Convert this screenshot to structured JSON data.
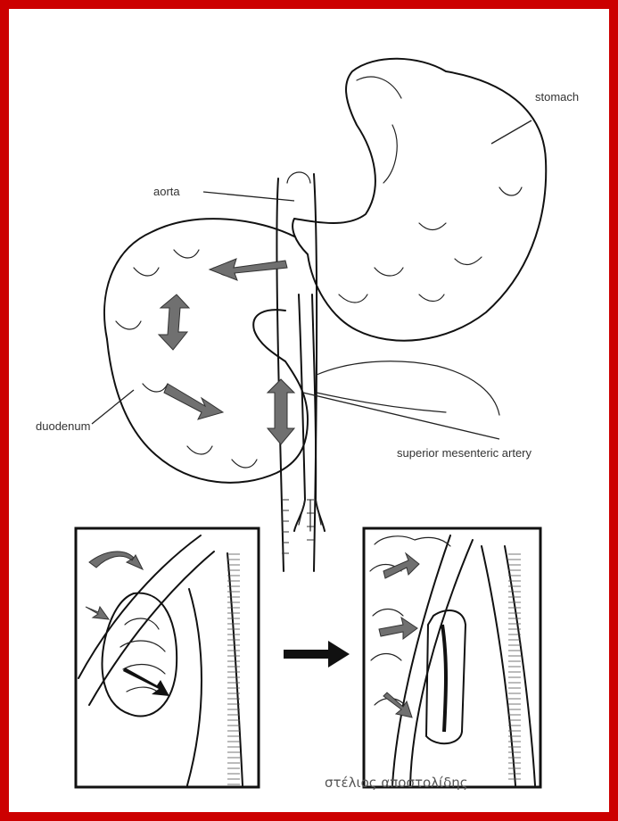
{
  "labels": {
    "stomach": "stomach",
    "aorta": "aorta",
    "duodenum": "duodenum",
    "sma": "superior mesenteric artery"
  },
  "watermark": "στέλιος αποστολίδης",
  "colors": {
    "frame": "#cc0000",
    "ink": "#111111",
    "arrow": "#707070"
  }
}
